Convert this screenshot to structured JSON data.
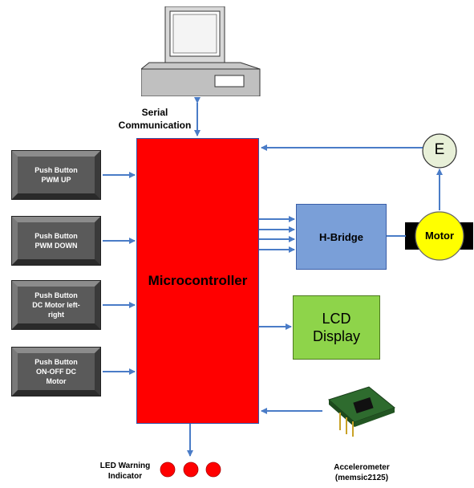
{
  "diagram": {
    "microcontroller_label": "Microcontroller",
    "serial_label": "Serial\nCommunication",
    "buttons": [
      {
        "label": "Push Button\nPWM UP"
      },
      {
        "label": "Push Button\nPWM DOWN"
      },
      {
        "label": "Push Button\nDC Motor left-\nright"
      },
      {
        "label": "Push Button\nON-OFF DC\nMotor"
      }
    ],
    "hbridge_label": "H-Bridge",
    "lcd_label": "LCD\nDisplay",
    "motor_label": "Motor",
    "encoder_label": "E",
    "led_label": "LED Warning\nIndicator",
    "accelerometer_label": "Accelerometer\n(memsic2125)"
  },
  "colors": {
    "microcontroller": "#ff0000",
    "hbridge": "#7a9fd8",
    "lcd": "#8ed44a",
    "motor": "#ffff00",
    "encoder": "#e8f0d8",
    "led": "#ff0000",
    "arrow": "#4a7cc7",
    "button": "#5a5a5a"
  }
}
